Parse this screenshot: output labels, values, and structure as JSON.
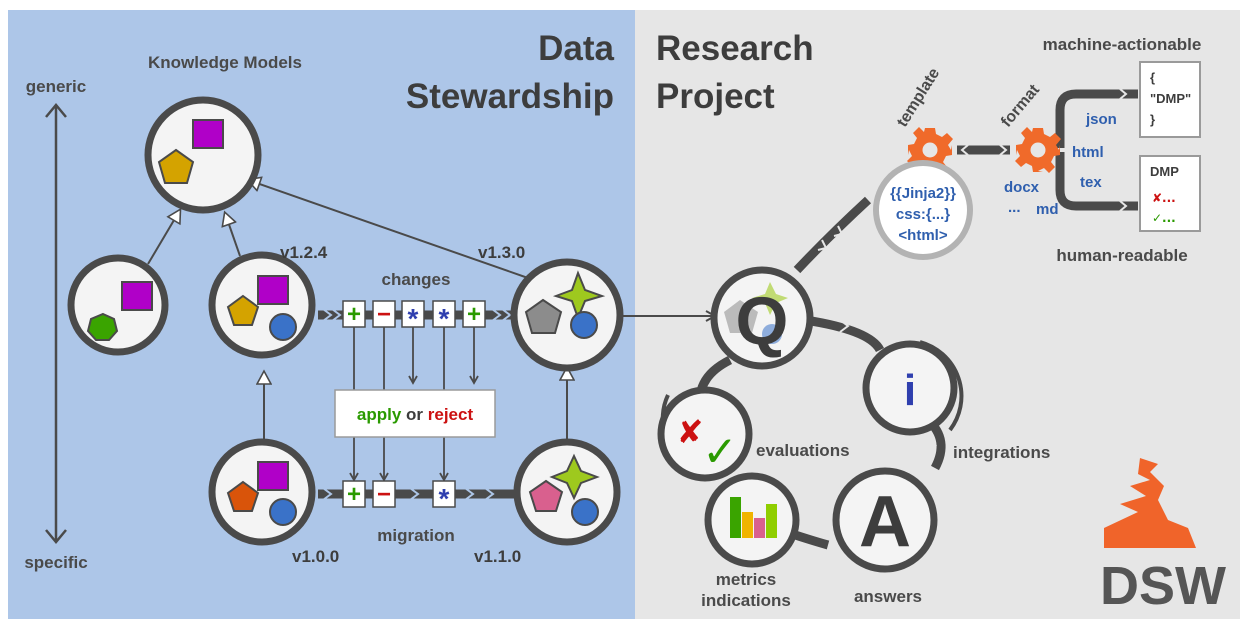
{
  "sections": {
    "left_title_1": "Data",
    "left_title_2": "Stewardship",
    "right_title_1": "Research",
    "right_title_2": "Project"
  },
  "axis": {
    "top": "generic",
    "bottom": "specific"
  },
  "knowledge_models": {
    "title": "Knowledge Models",
    "versions": {
      "v124": "v1.2.4",
      "v130": "v1.3.0",
      "v100": "v1.0.0",
      "v110": "v1.1.0"
    },
    "changes_label": "changes",
    "migration_label": "migration",
    "apply": "apply",
    "or": "or",
    "reject": "reject",
    "change_symbols_top": [
      "+",
      "−",
      "*",
      "*",
      "+"
    ],
    "change_symbols_bottom": [
      "+",
      "−",
      "*"
    ]
  },
  "project": {
    "q": "Q",
    "i": "i",
    "a": "A",
    "evaluations": "evaluations",
    "integrations": "integrations",
    "answers": "answers",
    "metrics_1": "metrics",
    "metrics_2": "indications"
  },
  "pipeline": {
    "template_label": "template",
    "format_label": "format",
    "template_lines": [
      "{{Jinja2}}",
      "css:{...}",
      "<html>"
    ],
    "formats": {
      "json": "json",
      "html": "html",
      "tex": "tex",
      "docx": "docx",
      "dots": "...",
      "md": "md"
    },
    "machine_label": "machine-actionable",
    "human_label": "human-readable",
    "doc_machine_lines": [
      "{",
      "\"DMP\"",
      "}"
    ],
    "doc_human_title": "DMP",
    "doc_human_lines": [
      "✘...",
      "✓..."
    ]
  },
  "logo": {
    "text": "DSW"
  },
  "colors": {
    "left_bg": "#adc6e8",
    "right_bg": "#e6e6e6",
    "node_border": "#4a4a4a",
    "purple": "#b000c8",
    "gold": "#d4a300",
    "green": "#3aa400",
    "blue": "#3a72c8",
    "orange_red": "#d9540a",
    "pink": "#d9608e",
    "lime": "#9ec91e",
    "gray_shape": "#8c8c8c",
    "gear": "#f06a2a",
    "apply_green": "#2a9a00",
    "reject_red": "#cc1111",
    "star_blue": "#2f3fae",
    "logo_orange": "#f0642a",
    "logo_gray": "#555555"
  }
}
